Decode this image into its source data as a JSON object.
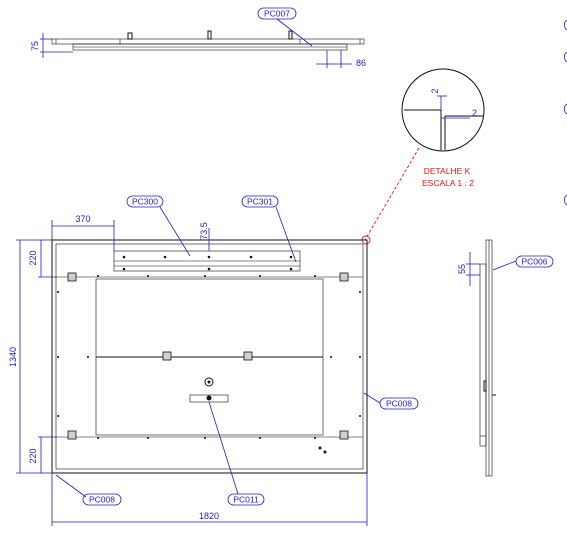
{
  "dimensions": {
    "top_height": "75",
    "top_right": "86",
    "left_offset": "370",
    "bar_offset": "73.5",
    "upper_margin": "220",
    "lower_margin": "220",
    "total_height": "1340",
    "total_width": "1820",
    "side_dim": "55",
    "detail_vertical": "2",
    "detail_horizontal": "2"
  },
  "labels": {
    "pc007": "PC007",
    "pc300": "PC300",
    "pc301": "PC301",
    "pc006": "PC006",
    "pc008_right": "PC008",
    "pc008_left": "PC008",
    "pc011": "PC011"
  },
  "detail": {
    "title": "DETALHE K",
    "scale": "ESCALA 1 : 2"
  },
  "colors": {
    "dimension_blue": "#1d1dc8",
    "detail_red": "#e41414",
    "line_black": "#111111"
  }
}
